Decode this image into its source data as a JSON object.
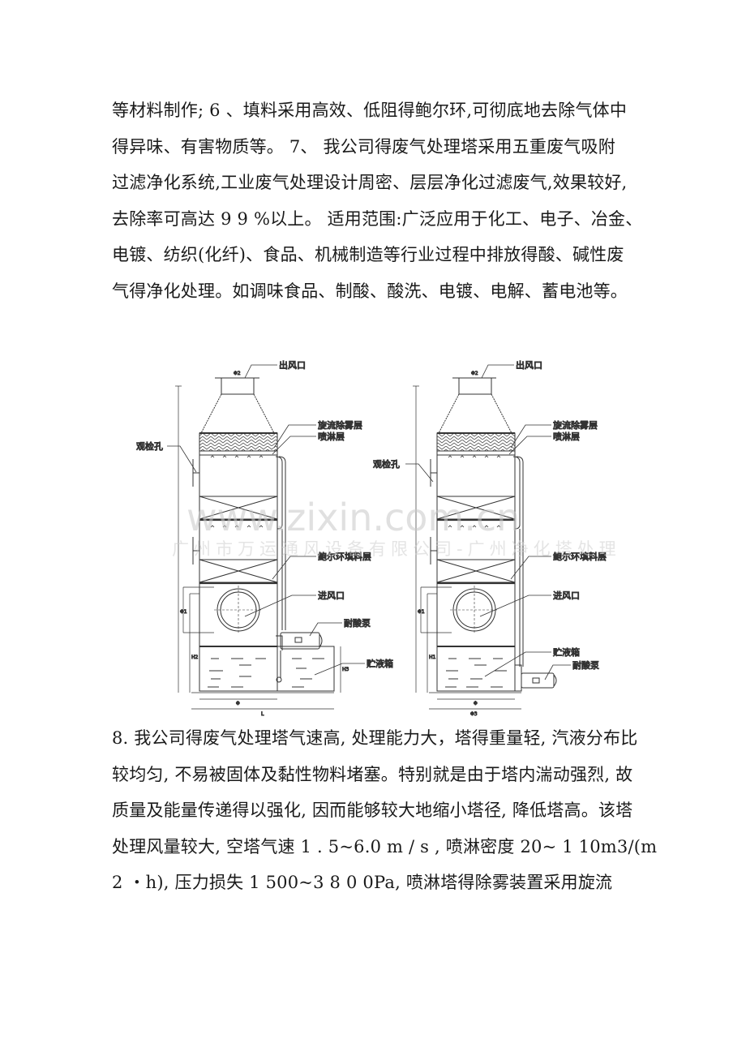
{
  "paragraph1": {
    "lines": [
      "等材料制作; 6 、填料采用高效、低阻得鲍尔环,可彻底地去除气体中",
      "得异味、有害物质等。 7、 我公司得废气处理塔采用五重废气吸附",
      "过滤净化系统,工业废气处理设计周密、层层净化过滤废气,效果较好,",
      "去除率可高达 9 9 %以上。  适用范围:广泛应用于化工、电子、冶金、",
      "电镀、纺织(化纤)、食品、机械制造等行业过程中排放得酸、碱性废",
      "气得净化处理。如调味食品、制酸、酸洗、电镀、电解、蓄电池等。"
    ]
  },
  "figure": {
    "left_tower": {
      "labels": {
        "outlet": "出风口",
        "demister": "旋流除雾层",
        "spray": "喷淋层",
        "inspection": "观检孔",
        "packing": "鲍尔环填料层",
        "inlet": "进风口",
        "pump": "耐酸泵",
        "tank": "贮液箱"
      },
      "dims": {
        "outlet_dia": "Φ2",
        "inlet_dia": "Φ1",
        "height": "H2",
        "tank_h": "H3",
        "dia": "Φ",
        "length": "L"
      }
    },
    "right_tower": {
      "labels": {
        "outlet": "出风口",
        "demister": "旋流除雾层",
        "spray": "喷淋层",
        "inspection": "观检孔",
        "packing": "鲍尔环填料层",
        "inlet": "进风口",
        "tank": "贮液箱",
        "pump": "耐酸泵"
      },
      "dims": {
        "outlet_dia": "Φ2",
        "inlet_dia": "Φ1",
        "height": "H1",
        "dia": "Φ",
        "base": "Φ3"
      }
    },
    "watermark": {
      "url": "www.zixin.com.cn",
      "company": "广州市万运通风设备有限公司-广州净化塔处理"
    }
  },
  "paragraph2": {
    "lines": [
      "8. 我公司得废气处理塔气速高, 处理能力大，塔得重量轻, 汽液分布比",
      "较均匀, 不易被固体及黏性物料堵塞。特别就是由于塔内湍动强烈, 故",
      "质量及能量传递得以强化, 因而能够较大地缩小塔径, 降低塔高。该塔",
      "处理风量较大, 空塔气速 1 . 5~6.0 m / s , 喷淋密度 20~ 1 10m3/(m",
      " 2 ・h), 压力损失 1   500~3   8 0 0Pa, 喷淋塔得除雾装置采用旋流"
    ]
  }
}
